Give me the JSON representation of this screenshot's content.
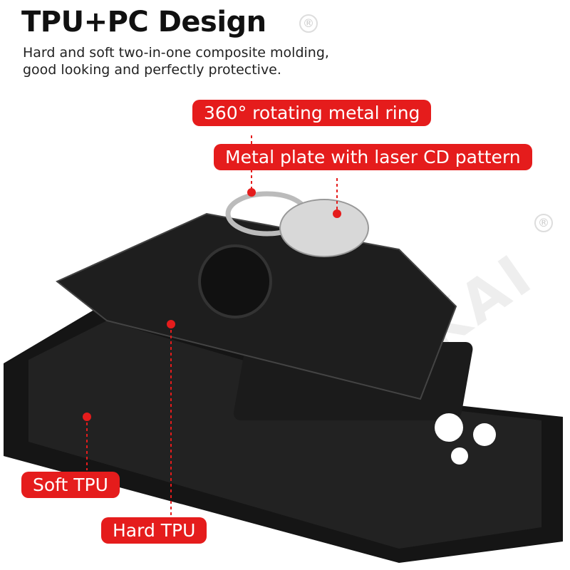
{
  "header": {
    "title": "TPU+PC Design",
    "subtitle_line1": "Hard and soft two-in-one composite molding,",
    "subtitle_line2": "good looking and perfectly protective."
  },
  "watermark": {
    "brand": "HUIKAI",
    "registered": "®"
  },
  "callouts": {
    "ring": "360° rotating metal ring",
    "plate": "Metal plate with laser CD pattern",
    "soft": "Soft TPU",
    "hard": "Hard TPU"
  },
  "colors": {
    "accent": "#e51c1c",
    "case": "#1a1a1a"
  }
}
